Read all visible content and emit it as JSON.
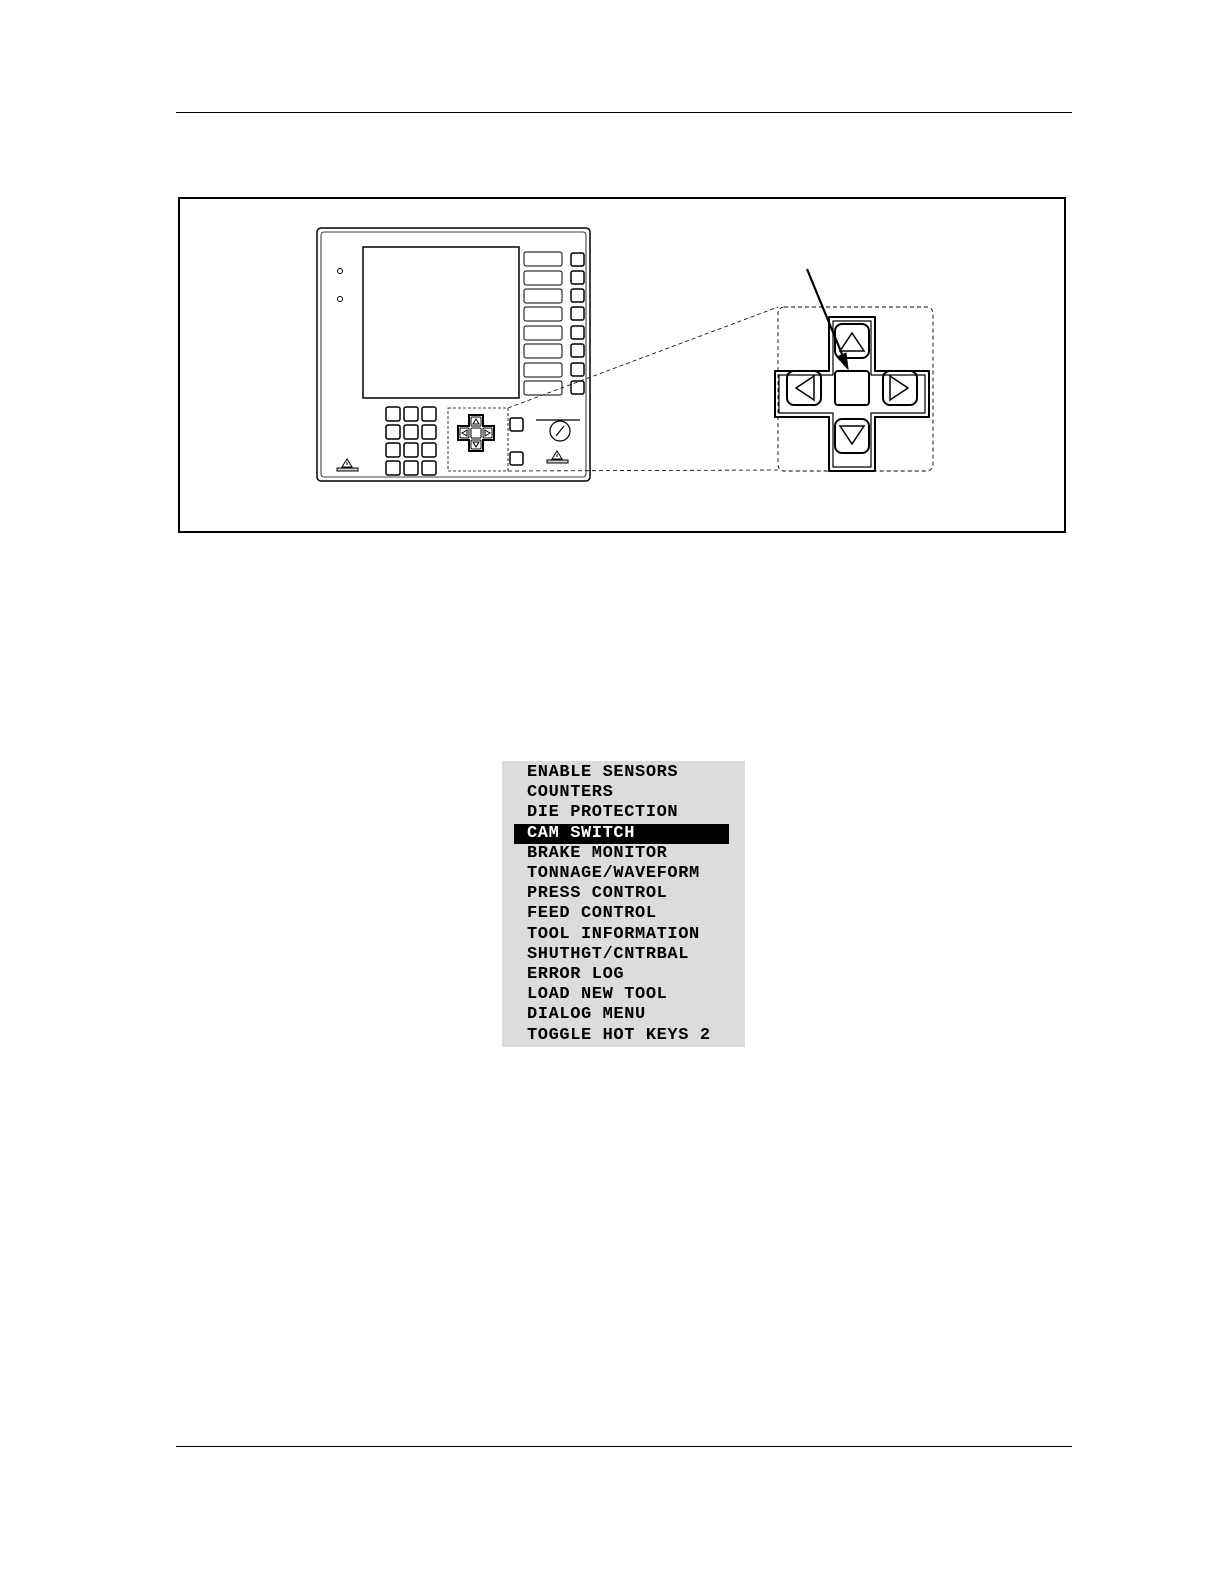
{
  "menu": {
    "items": [
      "ENABLE SENSORS",
      "COUNTERS",
      "DIE PROTECTION",
      "CAM SWITCH",
      "BRAKE MONITOR",
      "TONNAGE/WAVEFORM",
      "PRESS CONTROL",
      "FEED CONTROL",
      "TOOL INFORMATION",
      "SHUTHGT/CNTRBAL",
      "ERROR LOG",
      "LOAD NEW TOOL",
      "DIALOG MENU",
      "TOGGLE HOT KEYS 2"
    ],
    "selected_index": 3
  },
  "colors": {
    "menu_background": "#dcdcdc",
    "selection_background": "#000000",
    "selection_text": "#ffffff"
  },
  "icons": [
    "warning-triangle-icon",
    "key-switch-icon",
    "arrow-up-icon",
    "arrow-down-icon",
    "arrow-left-icon",
    "arrow-right-icon",
    "enter-key-icon",
    "pointer-arrow-icon"
  ]
}
